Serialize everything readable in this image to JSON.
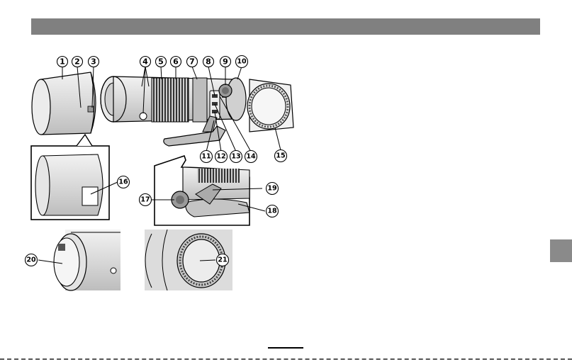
{
  "header": {
    "title": ""
  },
  "callouts": [
    {
      "label": "1"
    },
    {
      "label": "2"
    },
    {
      "label": "3"
    },
    {
      "label": "4"
    },
    {
      "label": "5"
    },
    {
      "label": "6"
    },
    {
      "label": "7"
    },
    {
      "label": "8"
    },
    {
      "label": "9"
    },
    {
      "label": "10"
    },
    {
      "label": "11"
    },
    {
      "label": "12"
    },
    {
      "label": "13"
    },
    {
      "label": "14"
    },
    {
      "label": "15"
    },
    {
      "label": "16"
    },
    {
      "label": "17"
    },
    {
      "label": "18"
    },
    {
      "label": "19"
    },
    {
      "label": "20"
    },
    {
      "label": "21"
    }
  ],
  "footer": {
    "page_number": ""
  }
}
